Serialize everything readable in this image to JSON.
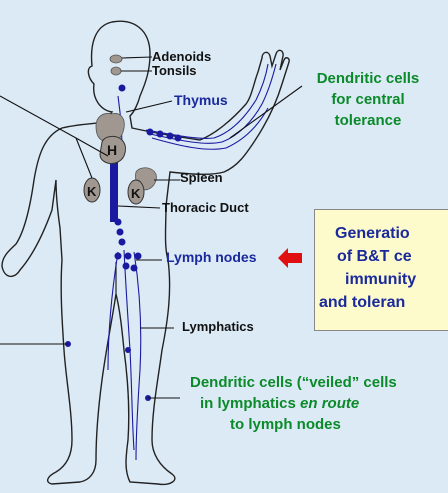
{
  "labels": {
    "adenoids": "Adenoids",
    "tonsils": "Tonsils",
    "thymus": "Thymus",
    "spleen": "Spleen",
    "thoracic_duct": "Thoracic Duct",
    "lymph_nodes": "Lymph nodes",
    "lymphatics": "Lymphatics",
    "heart": "H",
    "kidney": "K"
  },
  "dendritic_central": [
    "Dendritic cells",
    "for central",
    "tolerance"
  ],
  "dendritic_veiled": {
    "line1": "Dendritic cells (“veiled” cells",
    "line2_pre": "in lymphatics ",
    "line2_em": "en route",
    "line3": "to lymph nodes"
  },
  "box_lines": [
    "Generatio",
    "of B&T ce",
    "immunity",
    "and toleran"
  ],
  "colors": {
    "background": "#dceaf6",
    "label_blue": "#1a2a9c",
    "label_green": "#0b8a2a",
    "box_fill": "#fdfbcc",
    "arrow_red": "#e01010",
    "organ_gray": "#a09890",
    "node_blue": "#1a1aa0"
  }
}
